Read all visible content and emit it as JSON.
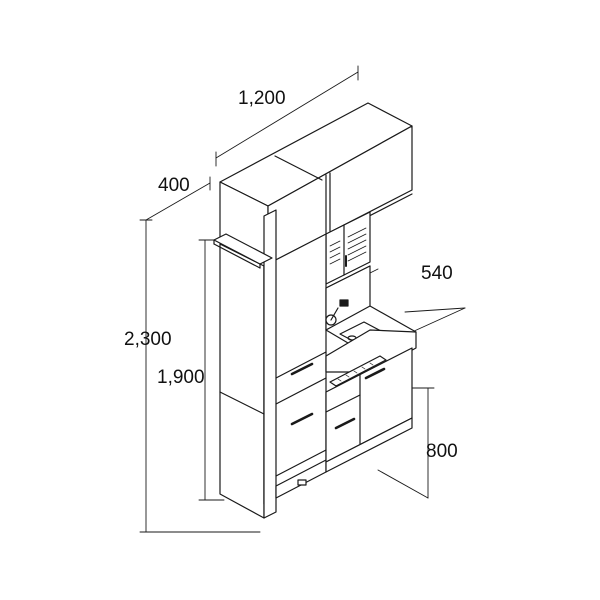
{
  "dimensions": {
    "width": "1,200",
    "depth": "400",
    "counter_depth": "540",
    "total_height": "2,300",
    "tall_cabinet_height": "1,900",
    "counter_height": "800"
  }
}
